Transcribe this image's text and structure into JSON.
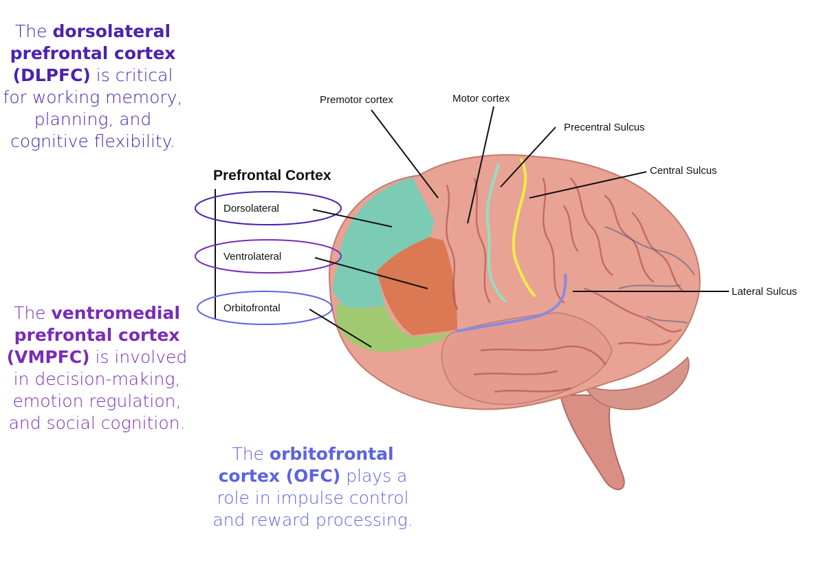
{
  "notes": {
    "dlpfc": {
      "pre": "The ",
      "bold": "dorsolateral prefrontal cortex (DLPFC)",
      "post": " is critical for working memory, planning, and cognitive flexibility."
    },
    "vmpfc": {
      "pre": "The ",
      "bold": "ventromedial prefrontal cortex (VMPFC)",
      "post": " is involved in decision-making, emotion regulation, and social cognition."
    },
    "ofc": {
      "pre": "The ",
      "bold": "orbitofrontal cortex (OFC)",
      "post": " plays a role in impulse control and reward processing."
    }
  },
  "diagram": {
    "header": "Prefrontal Cortex",
    "regions": [
      "Dorsolateral",
      "Ventrolateral",
      "Orbitofrontal"
    ],
    "labels": {
      "premotor": "Premotor cortex",
      "motor": "Motor cortex",
      "precentral": "Precentral Sulcus",
      "central": "Central Sulcus",
      "lateral": "Lateral Sulcus"
    }
  },
  "colors": {
    "dlpfc_text": "#4b22b0",
    "vmpfc_text": "#7a2bb8",
    "ofc_text": "#5b63e0",
    "brain": "#e8a394",
    "dorsolateral_region": "#6fcfb8",
    "ventrolateral_region": "#d9774f",
    "orbitofrontal_region": "#9ccc6e",
    "precentral_line": "#8fe0c2",
    "central_line": "#f2ec4a",
    "lateral_line": "#8a8ae0"
  }
}
